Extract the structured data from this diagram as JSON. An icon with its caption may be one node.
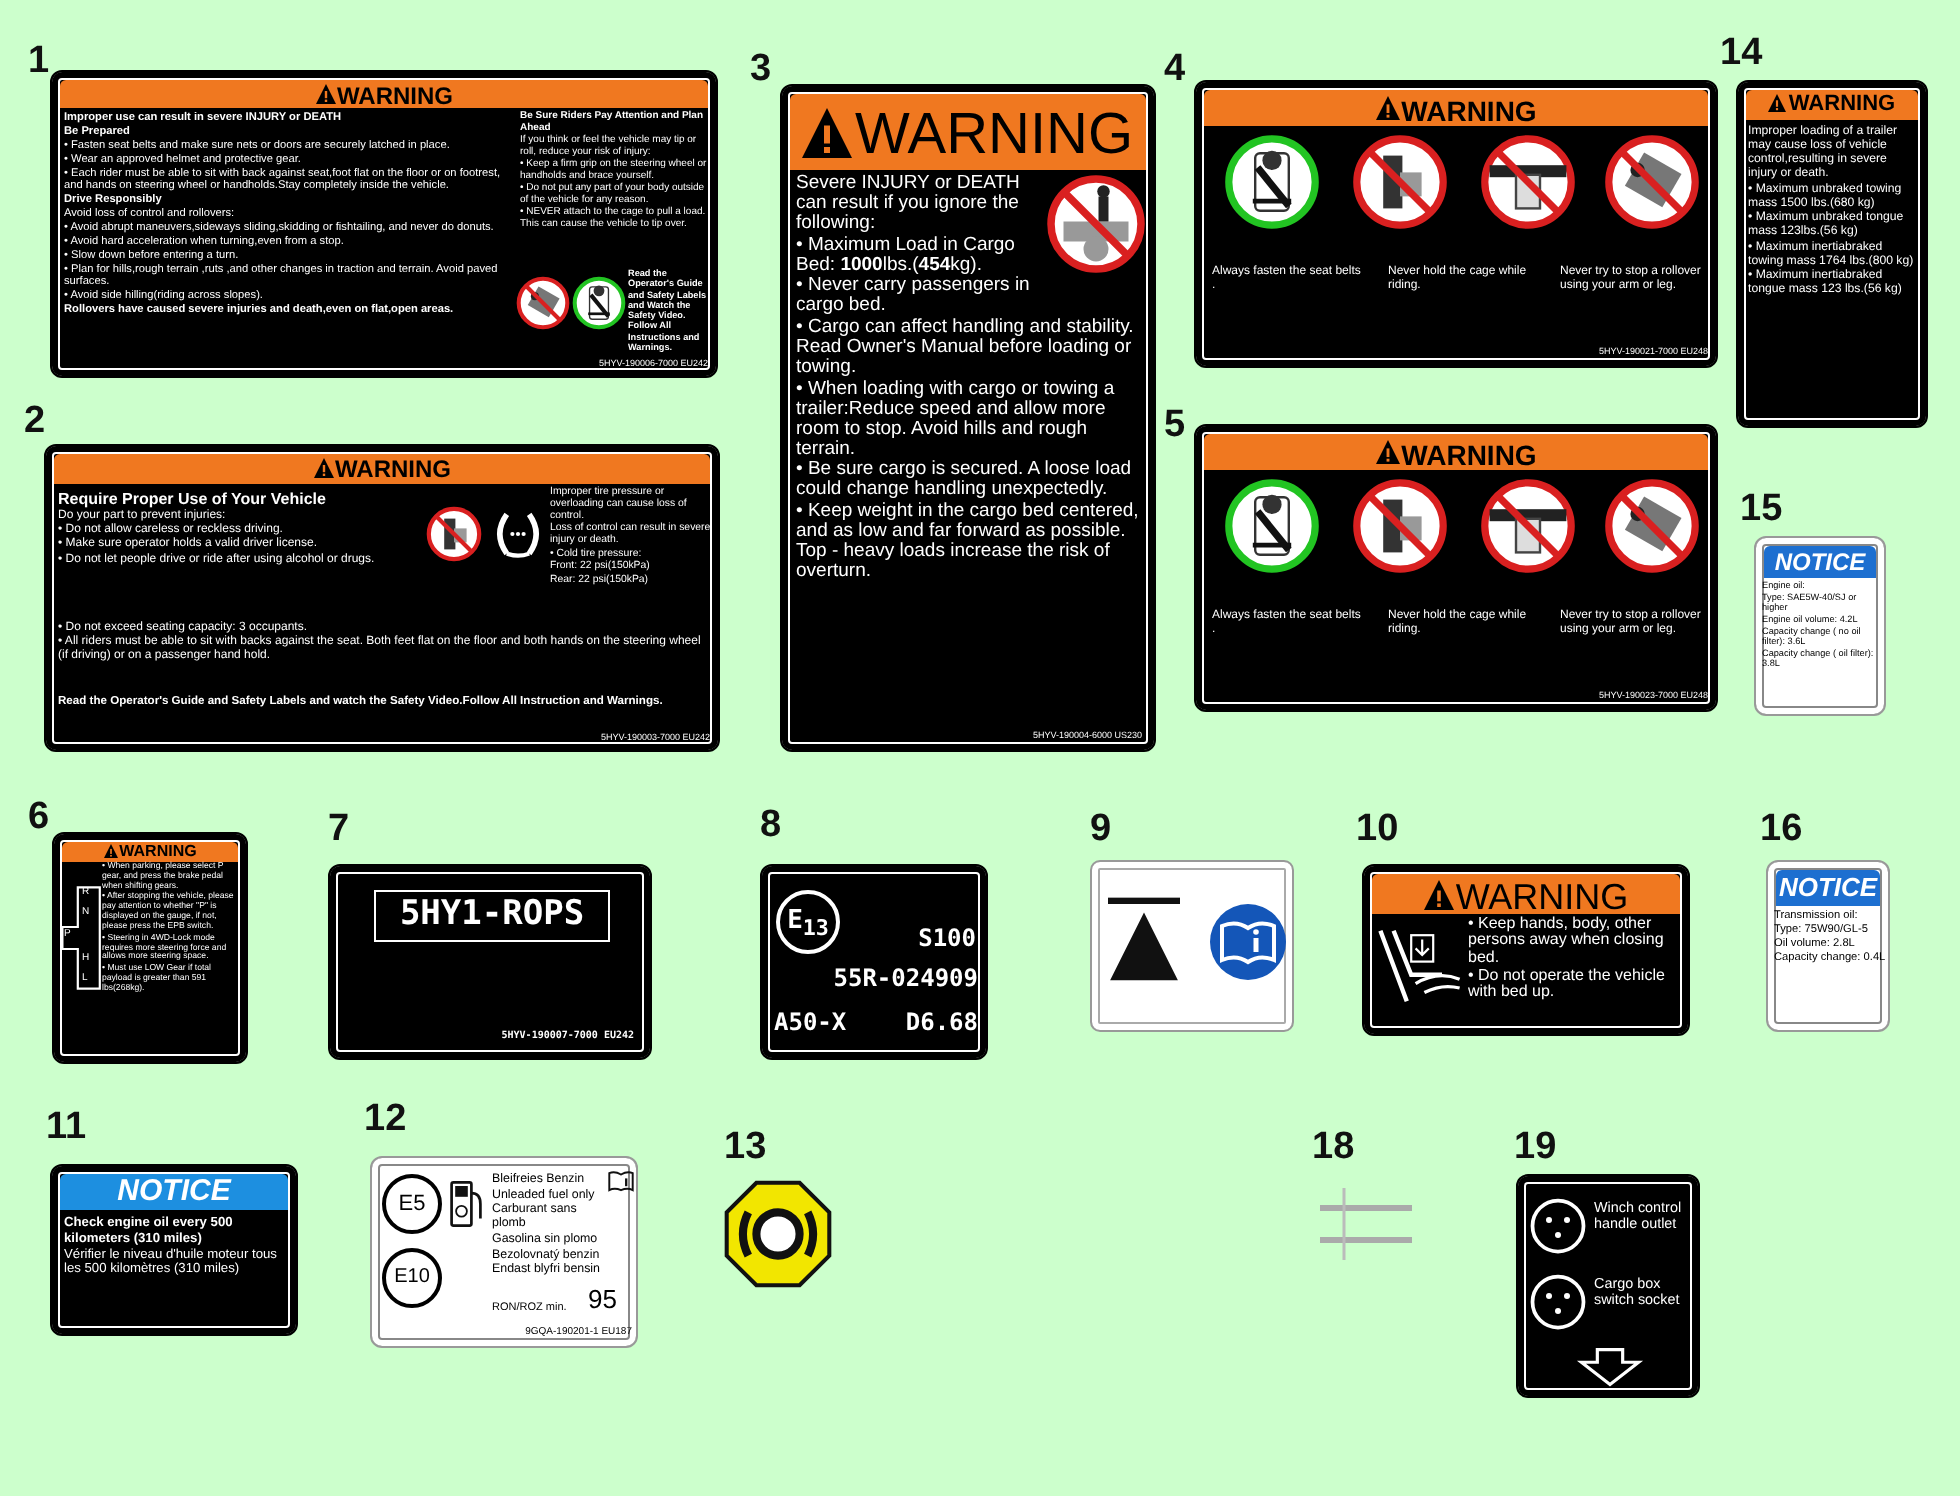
{
  "diagram": {
    "nodes": [
      {
        "text": [
          "WARNING",
          "Improper use can result in severe INJURY or DEATH",
          "Be Prepared",
          "• Fasten seat belts and make sure nets or doors are securely latched in place.",
          "• Wear an approved helmet and protective gear.",
          "• Each rider must be able to sit with back against seat,foot flat on the floor or on footrest, and hands on steering wheel or handholds.Stay completely inside the vehicle.",
          "Drive Responsibly",
          "Avoid loss of control and rollovers:",
          "• Avoid abrupt maneuvers,sideways sliding,skidding or fishtailing, and never do donuts.",
          "• Avoid hard acceleration when turning,even from a stop.",
          "• Slow down before entering a turn.",
          "• Plan for hills,rough terrain ,ruts ,and other changes in traction and terrain. Avoid paved surfaces.",
          "• Avoid side hilling(riding across slopes).",
          "Rollovers have caused severe injuries and death,even on flat,open areas.",
          "Be Sure Riders Pay Attention and Plan Ahead",
          "If you think or feel the vehicle may tip or roll, reduce your risk of injury:",
          "• Keep a firm grip on the steering wheel or handholds and brace yourself.",
          "• Do not put any part of your body outside of the vehicle for any reason.",
          "• NEVER attach to the cage to pull a load. This can cause the vehicle to tip over.",
          "Read the Operator's Guide and Safety Labels and Watch the Safety Video. Follow All Instructions and Warnings.",
          "5HYV-190006-7000 EU242"
        ],
        "beside": [
          "1"
        ]
      },
      {
        "text": [
          "WARNING",
          "Require Proper Use of Your Vehicle",
          "Do your part to prevent injuries:",
          "• Do not allow careless or reckless driving.",
          "• Make sure operator holds a valid driver license.",
          "• Do not let people drive or ride after using alcohol or drugs.",
          "Improper tire pressure or overloading can cause loss of control.",
          "Loss of control can result in severe injury or death.",
          "• Cold tire pressure:",
          "Front: 22 psi(150kPa)",
          "Rear: 22 psi(150kPa)",
          "• Do not exceed seating capacity: 3 occupants.",
          "• All riders must be able to sit with backs against the seat. Both feet flat on the floor and both hands on the steering wheel (if driving) or on a passenger hand hold.",
          "Read the Operator's Guide and Safety Labels and watch the Safety Video.Follow All Instruction and Warnings.",
          "5HYV-190003-7000 EU242"
        ],
        "beside": [
          "2"
        ]
      },
      {
        "text": [
          "WARNING",
          "Severe INJURY or DEATH can result if you ignore the following:",
          "• Maximum Load in Cargo Bed: **1000**lbs.(**454**kg).",
          "• Never carry passengers in cargo bed.",
          "• Cargo can affect handling and stability. Read Owner's Manual before loading or towing.",
          "• When loading with cargo or towing a trailer:Reduce speed and allow more room to stop. Avoid hills and rough terrain.",
          "• Be sure cargo is secured. A loose load could change handling unexpectedly.",
          "• Keep weight in the cargo bed centered, and as low and far forward as possible. Top - heavy loads increase the risk of overturn.",
          "5HYV-190004-6000 US230"
        ],
        "beside": [
          "3"
        ]
      },
      {
        "text": [
          "WARNING",
          "Always fasten the seat belts .",
          "Never hold the cage while riding.",
          "Never try to stop a rollover using your arm or leg.",
          "5HYV-190021-7000 EU248"
        ],
        "beside": [
          "4"
        ]
      },
      {
        "text": [
          "WARNING",
          "Always fasten the seat belts .",
          "Never hold the cage while riding.",
          "Never try to stop a rollover using your arm or leg.",
          "5HYV-190023-7000 EU248"
        ],
        "beside": [
          "5"
        ]
      },
      {
        "text": [
          "WARNING",
          "Improper loading of a trailer may cause loss of vehicle control,resulting in severe injury or death.",
          "• Maximum unbraked towing mass 1500 lbs.(680 kg)",
          "• Maximum unbraked tongue mass 123lbs.(56 kg)",
          "• Maximum inertiabraked towing mass 1764 lbs.(800 kg)",
          "• Maximum inertiabraked tongue mass 123 lbs.(56 kg)"
        ],
        "beside": [
          "14"
        ]
      },
      {
        "text": [
          "NOTICE",
          "Engine oil:",
          "Type: SAE5W-40/SJ or higher",
          "Engine oil volume: 4.2L",
          "Capacity change ( no oil filter): 3.6L",
          "Capacity change ( oil filter): 3.8L"
        ],
        "beside": [
          "15"
        ]
      },
      {
        "text": [
          "WARNING",
          "• When parking, please select P gear, and press the brake pedal when shifting gears.",
          "• After stopping the vehicle, please pay attention to whether \"P\" is displayed on the gauge, if not, please press the EPB switch.",
          "• Steering in 4WD-Lock mode requires more steering force and allows more steering space.",
          "• Must use LOW Gear if total payload is greater than 591 lbs(268kg).",
          "P",
          "R",
          "N",
          "H",
          "L"
        ],
        "beside": [
          "6"
        ]
      },
      {
        "text": [
          "5HY1-ROPS",
          "5HYV-190007-7000 EU242"
        ],
        "beside": [
          "7"
        ]
      },
      {
        "text": [
          "E$_{13}$",
          "S100",
          "55R-024909",
          "A50-X",
          "D6.68"
        ],
        "beside": [
          "8"
        ]
      },
      {
        "text": [],
        "shape": "picture",
        "beside": [
          "9"
        ]
      },
      {
        "text": [
          "WARNING",
          "• Keep hands, body, other persons away when closing bed.",
          "• Do not operate the vehicle with bed up."
        ],
        "beside": [
          "10"
        ]
      },
      {
        "text": [
          "NOTICE",
          "Transmission oil:",
          "Type: 75W90/GL-5",
          "Oil volume: 2.8L",
          "Capacity change: 0.4L"
        ],
        "beside": [
          "16"
        ]
      },
      {
        "text": [
          "NOTICE",
          "Check engine oil every 500 kilometers (310 miles)",
          "Vérifier le niveau d'huile moteur tous les 500 kilomètres (310 miles)"
        ],
        "beside": [
          "11"
        ]
      },
      {
        "text": [
          "E5",
          "E10",
          "Bleifreies Benzin",
          "Unleaded fuel only",
          "Carburant sans plomb",
          "Gasolina sin plomo",
          "Bezolovnatý benzin",
          "Endast blyfri bensin",
          "RON/ROZ min.",
          "95",
          "9GQA-190201-1 EU187"
        ],
        "beside": [
          "12"
        ]
      },
      {
        "text": [],
        "shape": "picture",
        "beside": [
          "13"
        ]
      },
      {
        "text": [],
        "shape": "picture",
        "beside": [
          "18"
        ]
      },
      {
        "text": [
          "Winch control handle outlet",
          "Cargo box switch socket"
        ],
        "beside": [
          "19"
        ]
      }
    ]
  }
}
